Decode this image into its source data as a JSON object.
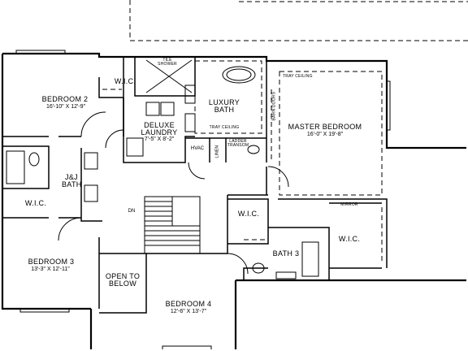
{
  "rooms": {
    "bedroom2": {
      "name": "BEDROOM 2",
      "dims": "16'-10\" X 12'-9\""
    },
    "luxury_bath": {
      "line1": "LUXURY",
      "line2": "BATH"
    },
    "laundry": {
      "line1": "DELUXE",
      "line2": "LAUNDRY",
      "dims": "7'-5\" X 8'-2\""
    },
    "master": {
      "name": "MASTER BEDROOM",
      "dims": "16'-0\" X 19'-8\""
    },
    "jj_bath": {
      "line1": "J&J",
      "line2": "BATH"
    },
    "bedroom3": {
      "name": "BEDROOM 3",
      "dims": "13'-3\" X 12'-11\""
    },
    "open_below": {
      "line1": "OPEN TO",
      "line2": "BELOW"
    },
    "bedroom4": {
      "name": "BEDROOM 4",
      "dims": "12'-6\" X 13'-7\""
    },
    "bath3": {
      "name": "BATH 3"
    }
  },
  "closets": {
    "wic_bed2": "W.I.C.",
    "wic_bed3": "W.I.C.",
    "wic_bed4": "W.I.C.",
    "wic_master": "W.I.C."
  },
  "notes": {
    "tile_shower": {
      "line1": "TILE",
      "line2": "SHOWER"
    },
    "tray_ceiling_bath": "TRAY CEILING",
    "tray_ceiling_master": "TRAY CEILING",
    "barn_doors": "BARN DOORS",
    "hvac": "HVAC",
    "linen": "LINEN",
    "ladder": {
      "line1": "LADDER",
      "line2": "TRANSOM"
    },
    "stair_dn": "DN",
    "mirror": "MIRROR"
  }
}
